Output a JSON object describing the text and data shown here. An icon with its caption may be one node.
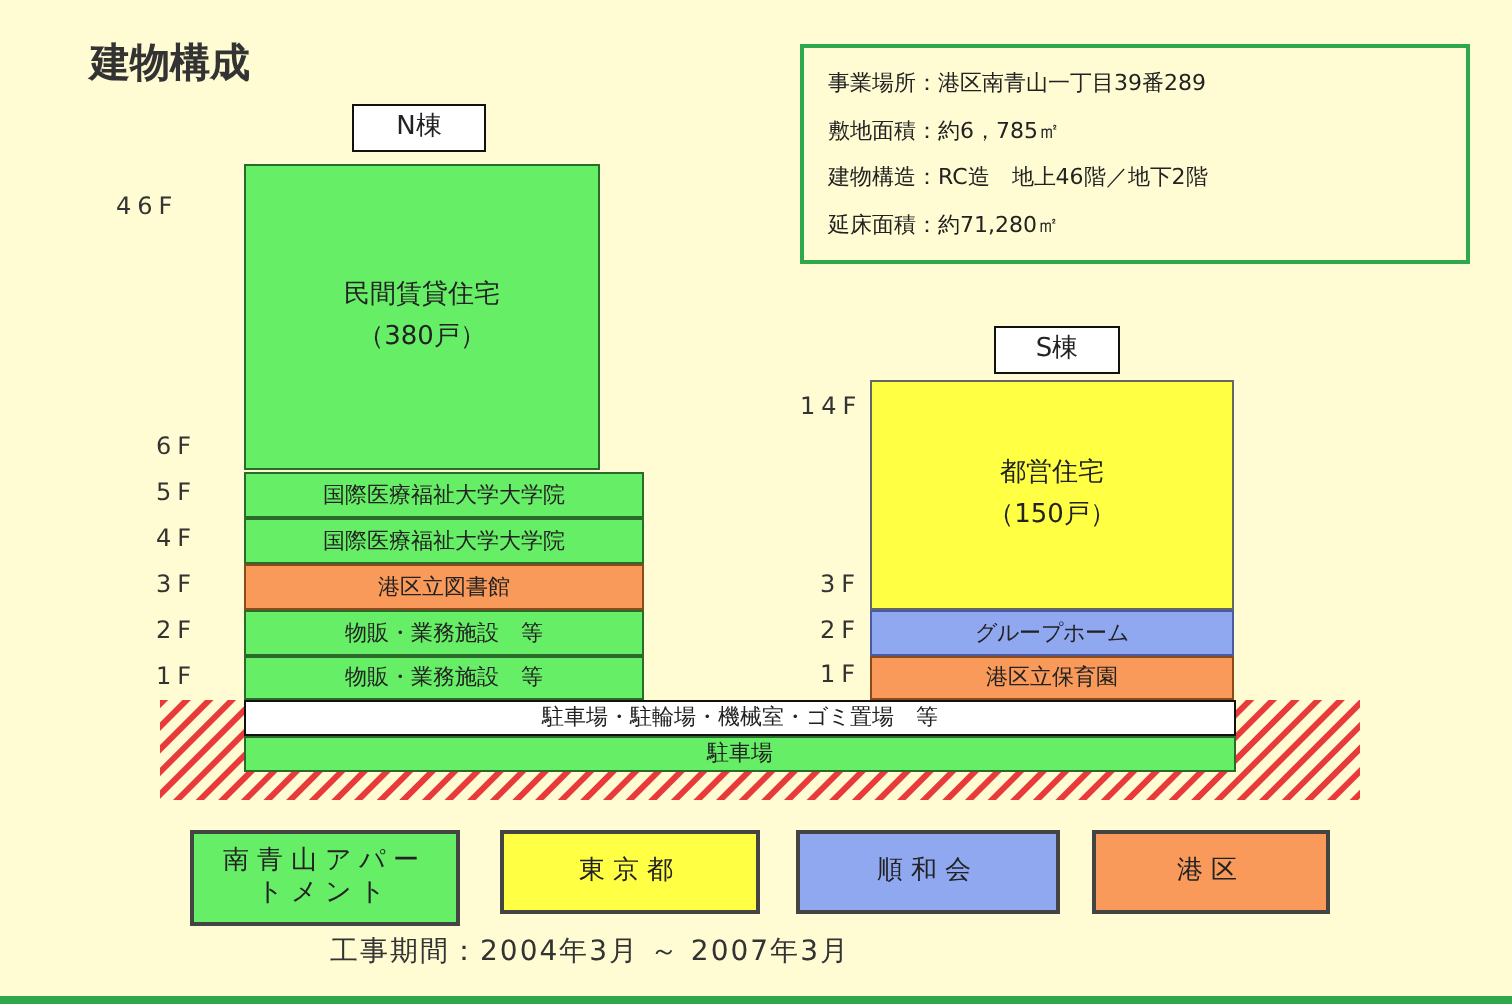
{
  "diagram": {
    "title": "建物構成",
    "nodes": [
      {
        "text": [
          "事業場所：港区南青山一丁目39番289",
          "敷地面積：約6，785㎡",
          "建物構造：RC造　地上46階／地下2階",
          "延床面積：約71,280㎡"
        ]
      },
      {
        "text": [
          "N棟"
        ]
      },
      {
        "text": [
          "民間賃貸住宅",
          "（380戸）"
        ]
      },
      {
        "text": [
          "国際医療福祉大学大学院"
        ]
      },
      {
        "text": [
          "国際医療福祉大学大学院"
        ]
      },
      {
        "text": [
          "港区立図書館"
        ]
      },
      {
        "text": [
          "物販・業務施設　等"
        ]
      },
      {
        "text": [
          "物販・業務施設　等"
        ]
      },
      {
        "text": [
          "駐車場・駐輪場・機械室・ゴミ置場　等"
        ]
      },
      {
        "text": [
          "駐車場"
        ]
      },
      {
        "text": [
          "S棟"
        ]
      },
      {
        "text": [
          "都営住宅",
          "（150戸）"
        ]
      },
      {
        "text": [
          "グループホーム"
        ]
      },
      {
        "text": [
          "港区立保育園"
        ]
      }
    ],
    "edges": [],
    "labels": [
      "46F",
      "6F",
      "5F",
      "4F",
      "3F",
      "2F",
      "1F",
      "14F",
      "3F",
      "2F",
      "1F",
      "工事期間：2004年3月 ～ 2007年3月"
    ],
    "legend": [
      {
        "text": "南青山アパートメント",
        "color": "#66ee66"
      },
      {
        "text": "東京都",
        "color": "#ffff44"
      },
      {
        "text": "順和会",
        "color": "#90a8f0"
      },
      {
        "text": "港区",
        "color": "#f99a5a"
      }
    ]
  }
}
